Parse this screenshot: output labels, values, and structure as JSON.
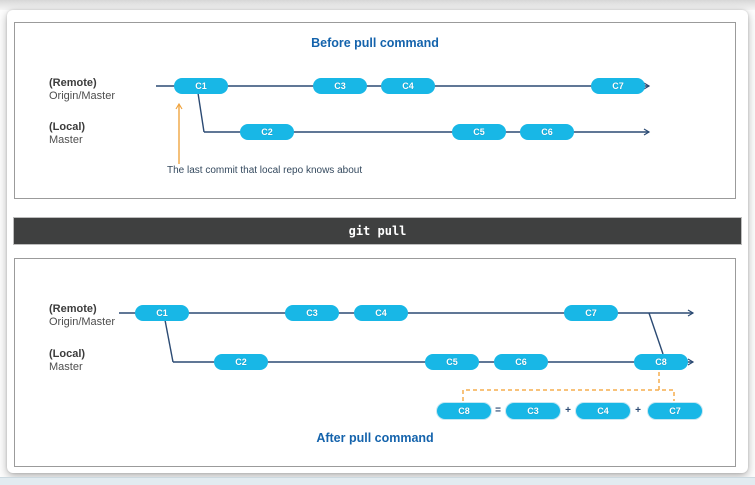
{
  "colors": {
    "title_blue": "#1463ac",
    "node_cyan": "#18b7e6",
    "line_navy": "#2b4a73",
    "arrow_orange": "#f0a440",
    "dashed_orange": "#f5ad4e",
    "command_bar_bg": "#3f4040"
  },
  "before": {
    "title": "Before pull command",
    "remote_label": "(Remote)",
    "remote_sublabel": "Origin/Master",
    "local_label": "(Local)",
    "local_sublabel": "Master",
    "remote_nodes": [
      "C1",
      "C3",
      "C4",
      "C7"
    ],
    "local_nodes": [
      "C2",
      "C5",
      "C6"
    ],
    "annotation": "The last commit that local repo knows about"
  },
  "command_bar": {
    "label": "git pull"
  },
  "after": {
    "title": "After pull command",
    "remote_label": "(Remote)",
    "remote_sublabel": "Origin/Master",
    "local_label": "(Local)",
    "local_sublabel": "Master",
    "remote_nodes": [
      "C1",
      "C3",
      "C4",
      "C7"
    ],
    "local_nodes": [
      "C2",
      "C5",
      "C6",
      "C8"
    ],
    "formula": {
      "result": "C8",
      "equals": "=",
      "plus": "+",
      "operands": [
        "C3",
        "C4",
        "C7"
      ]
    }
  }
}
